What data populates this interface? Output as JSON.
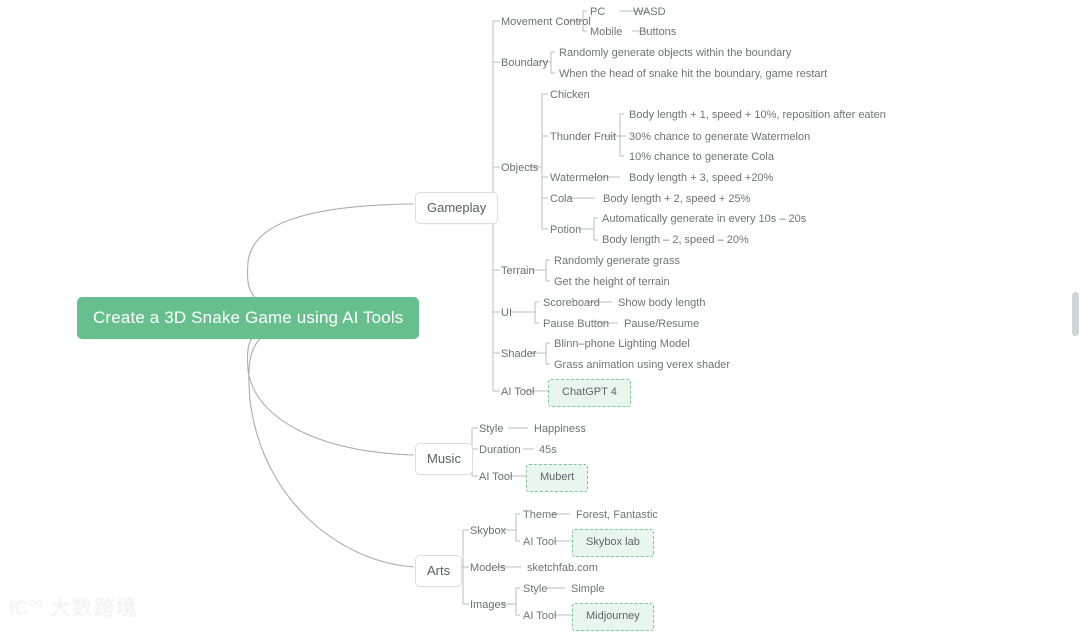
{
  "document": {
    "title": "Create a 3D Snake Game using AI Tools"
  },
  "colors": {
    "root_fill": "#68bf8e",
    "root_text": "#ffffff",
    "branch_border": "#dcdfe1",
    "wire": "#b9bcbf",
    "tool_fill": "#e9f6ee",
    "tool_border": "#7ec89c",
    "text": "#6b7073",
    "background": "#ffffff"
  },
  "root": {
    "label": "Create a 3D Snake Game using AI Tools"
  },
  "branches": {
    "gameplay": {
      "label": "Gameplay",
      "movement_control": {
        "label": "Movement Control",
        "pc": {
          "label": "PC",
          "value": "WASD"
        },
        "mobile": {
          "label": "Mobile",
          "value": "Buttons"
        }
      },
      "boundary": {
        "label": "Boundary",
        "items": [
          "Randomly generate objects within the boundary",
          "When the head of snake hit the boundary, game restart"
        ]
      },
      "objects": {
        "label": "Objects",
        "chicken": {
          "label": "Chicken"
        },
        "thunder_fruit": {
          "label": "Thunder Fruit",
          "items": [
            "Body length + 1, speed + 10%, reposition after eaten",
            "30% chance to generate Watermelon",
            "10% chance to generate Cola"
          ]
        },
        "watermelon": {
          "label": "Watermelon",
          "value": "Body length + 3, speed +20%"
        },
        "cola": {
          "label": "Cola",
          "value": "Body length + 2, speed + 25%"
        },
        "potion": {
          "label": "Potion",
          "items": [
            "Automatically generate in every 10s – 20s",
            "Body length – 2, speed – 20%"
          ]
        }
      },
      "terrain": {
        "label": "Terrain",
        "items": [
          "Randomly generate grass",
          "Get the height of terrain"
        ]
      },
      "ui": {
        "label": "UI",
        "scoreboard": {
          "label": "Scoreboard",
          "value": "Show body length"
        },
        "pause_button": {
          "label": "Pause Button",
          "value": "Pause/Resume"
        }
      },
      "shader": {
        "label": "Shader",
        "items": [
          "Blinn–phone Lighting Model",
          "Grass animation using verex shader"
        ]
      },
      "ai_tool": {
        "label": "AI Tool",
        "tool": "ChatGPT 4"
      }
    },
    "music": {
      "label": "Music",
      "style": {
        "label": "Style",
        "value": "Happiness"
      },
      "duration": {
        "label": "Duration",
        "value": "45s"
      },
      "ai_tool": {
        "label": "AI Tool",
        "tool": "Mubert"
      }
    },
    "arts": {
      "label": "Arts",
      "skybox": {
        "label": "Skybox",
        "theme": {
          "label": "Theme",
          "value": "Forest, Fantastic"
        },
        "ai_tool": {
          "label": "AI Tool",
          "tool": "Skybox lab"
        }
      },
      "models": {
        "label": "Models",
        "value": "sketchfab.com"
      },
      "images": {
        "label": "Images",
        "style": {
          "label": "Style",
          "value": "Simple"
        },
        "ai_tool": {
          "label": "AI Tool",
          "tool": "Midjourney"
        }
      }
    }
  },
  "watermark": {
    "mark": "IC°°",
    "text": "大数跨境"
  }
}
